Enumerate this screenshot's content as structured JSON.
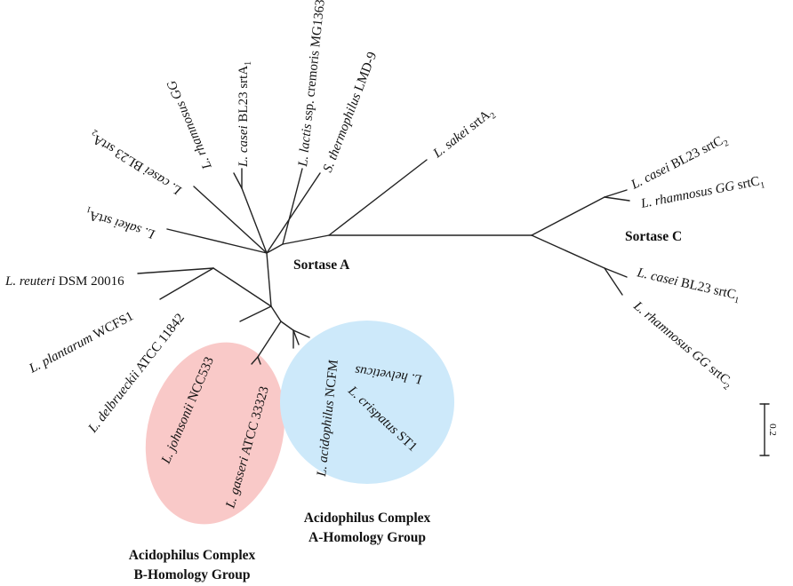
{
  "leaves": {
    "rhamnosus_gg_srta1": {
      "it": "L. rhamnosus GG",
      "rest": ""
    },
    "casei_srta1": {
      "it": "L. casei",
      "rest": " BL23 srtA",
      "sub": "1"
    },
    "lactis": {
      "it": "L. lactis",
      "rest": "  ssp. cremoris MG1363"
    },
    "thermophilus": {
      "it": "S. thermophilus",
      "rest": " LMD-9"
    },
    "sakei_srta2": {
      "it": "L. sakei",
      "rest": " srtA",
      "sub": "2"
    },
    "casei_srta2": {
      "it": "L. casei",
      "rest": " BL23 srtA",
      "sub": "2"
    },
    "sakei_srta1": {
      "it": "L. sakei",
      "rest": " srtA",
      "sub": "1"
    },
    "reuteri": {
      "it": "L. reuteri",
      "rest": " DSM 20016"
    },
    "plantarum": {
      "it": "L. plantarum",
      "rest": " WCFS1"
    },
    "delbrueckii": {
      "it": "L. delbrueckii",
      "rest": " ATCC 11842"
    },
    "johnsonii": {
      "it": "L. johnsonii",
      "rest": " NCC533"
    },
    "gasseri": {
      "it": "L. gasseri",
      "rest": " ATCC 33323"
    },
    "acidophilus": {
      "it": "L. acidophilus",
      "rest": " NCFM"
    },
    "crispatus": {
      "it": "L. crispatus",
      "rest": " ST1"
    },
    "helveticus": {
      "it": "L. helveticus",
      "rest": ""
    },
    "casei_srtc2": {
      "it": "L. casei",
      "rest": " BL23 srtC",
      "sub": "2"
    },
    "rhamnosus_srtc1": {
      "it": "L. rhamnosus GG",
      "rest": " srtC",
      "sub": "1"
    },
    "casei_srtc1": {
      "it": "L. casei",
      "rest": " BL23 srtC",
      "sub": "1"
    },
    "rhamnosus_srtc2": {
      "it": "L. rhamnosus GG",
      "rest": " srtC",
      "sub": "2"
    }
  },
  "labels": {
    "sortase_a": "Sortase A",
    "sortase_c": "Sortase C",
    "group_a_line1": "Acidophilus Complex",
    "group_a_line2": "A-Homology Group",
    "group_b_line1": "Acidophilus Complex",
    "group_b_line2": "B-Homology Group"
  },
  "scale_bar": {
    "label": "0.2"
  },
  "colors": {
    "group_a_fill": "#cde9fa",
    "group_b_fill": "#f9c9c8",
    "branch": "#222222"
  }
}
